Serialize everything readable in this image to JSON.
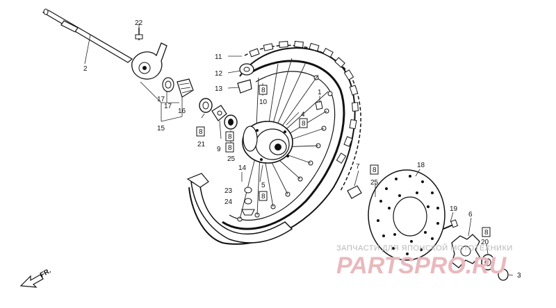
{
  "callouts": {
    "c1": "1",
    "c2": "2",
    "c3": "3",
    "c4": "4",
    "c5": "5",
    "c6": "6",
    "c7": "7",
    "c9": "9",
    "c10": "10",
    "c11": "11",
    "c12": "12",
    "c13": "13",
    "c14": "14",
    "c15": "15",
    "c16": "16",
    "c17a": "17",
    "c17b": "17",
    "c18": "18",
    "c19": "19",
    "c20": "20",
    "c21": "21",
    "c22": "22",
    "c23": "23",
    "c24": "24",
    "c25a": "25",
    "c25b": "25"
  },
  "ref_box": "8",
  "direction": "FR.",
  "watermark": {
    "subtitle": "ЗАПЧАСТИ ДЛЯ ЯПОНСКОЙ МОТОТЕХНИКИ",
    "brand": "PARTSPRO.RU"
  }
}
